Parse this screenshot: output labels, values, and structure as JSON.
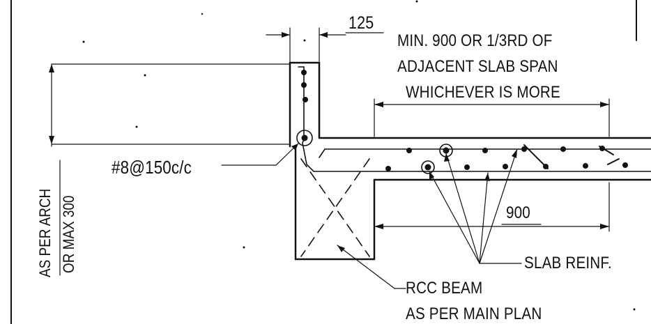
{
  "annotations": {
    "dim_125": "125",
    "min_line1": "MIN. 900 OR 1/3RD OF",
    "min_line2": "ADJACENT SLAB SPAN",
    "min_line3": "WHICHEVER IS MORE",
    "bar_spec": "#8@150c/c",
    "dim_900": "900",
    "slab_reinf": "SLAB REINF.",
    "rcc_beam": "RCC BEAM",
    "as_per_plan": "AS PER MAIN PLAN",
    "as_per_arch": "AS PER ARCH",
    "or_max": "OR MAX 300"
  },
  "colors": {
    "ink": "#111111",
    "paper": "#ffffff"
  }
}
